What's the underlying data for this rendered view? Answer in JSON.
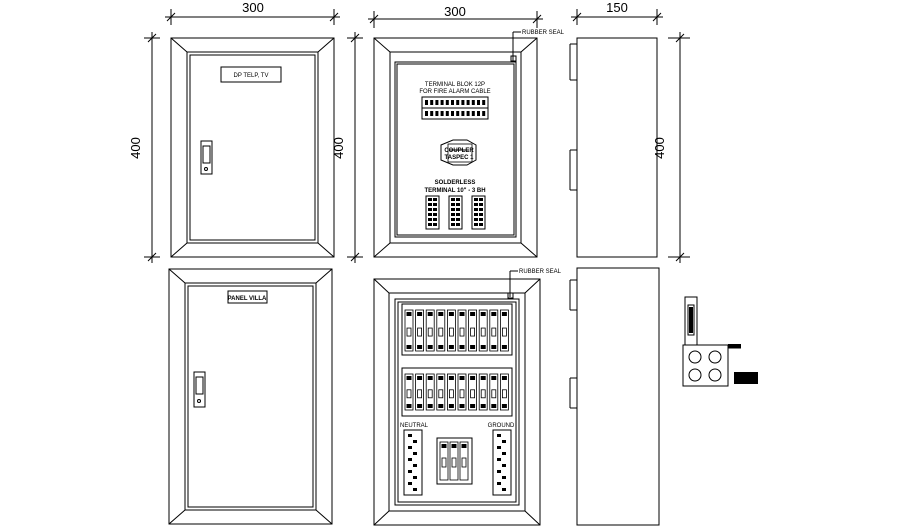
{
  "dimensions": {
    "front_width": "300",
    "front_height": "400",
    "inner_width": "300",
    "inner_height": "400",
    "side_depth": "150",
    "side_height": "400"
  },
  "labels": {
    "door_top_nameplate": "DP TELP, TV",
    "door_bottom_nameplate": "PANEL VILLA",
    "rubber_seal_top": "RUBBER SEAL",
    "rubber_seal_bottom": "RUBBER SEAL",
    "terminal_block_line1": "TERMINAL BLOK 12P",
    "terminal_block_line2": "FOR FIRE ALARM CABLE",
    "coupler_line1": "COUPLER",
    "coupler_line2": "TASPEC 1",
    "solderless_line1": "SOLDERLESS",
    "solderless_line2": "TERMINAL 10\" - 3 BH",
    "neutral": "NEUTRAL",
    "ground": "GROUND"
  },
  "colors": {
    "line": "#000000",
    "background": "#ffffff"
  }
}
